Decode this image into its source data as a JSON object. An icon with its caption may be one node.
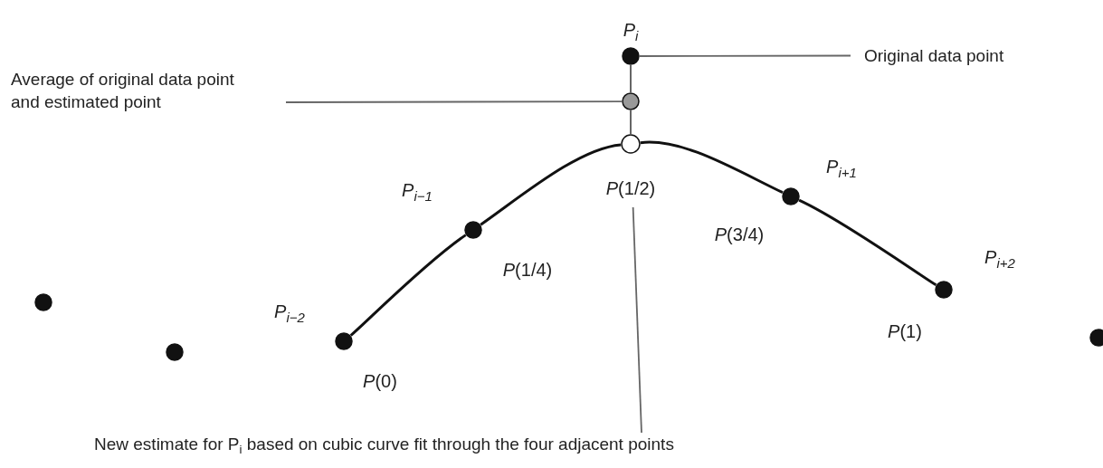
{
  "diagram": {
    "nodes": [
      {
        "text": [],
        "shape": "circle"
      },
      {
        "text": [],
        "shape": "circle"
      },
      {
        "text": [],
        "shape": "circle",
        "beside": [
          "*P*$_{i−2}$",
          "*P*(0)"
        ]
      },
      {
        "text": [],
        "shape": "circle",
        "beside": [
          "*P*$_{i−1}$",
          "*P*(1/4)"
        ]
      },
      {
        "text": [],
        "shape": "circle",
        "beside": [
          "*P*(1/2)"
        ]
      },
      {
        "text": [],
        "shape": "circle"
      },
      {
        "text": [],
        "shape": "circle",
        "beside": [
          "*P*$_{i}$"
        ]
      },
      {
        "text": [],
        "shape": "circle",
        "beside": [
          "*P*$_{i+1}$",
          "*P*(3/4)"
        ]
      },
      {
        "text": [],
        "shape": "circle",
        "beside": [
          "*P*$_{i+2}$",
          "*P*(1)"
        ]
      },
      {
        "text": [],
        "shape": "circle"
      },
      {
        "text": [
          "Average of original data point and estimated point"
        ]
      },
      {
        "text": [
          "Original data point"
        ]
      },
      {
        "text": [
          "New estimate for P$_{i}$ based on cubic curve fit through the four adjacent points"
        ]
      }
    ],
    "edges": [
      {
        "from": 2,
        "to": 3,
        "arrow": "none"
      },
      {
        "from": 3,
        "to": 4,
        "arrow": "none"
      },
      {
        "from": 4,
        "to": 7,
        "arrow": "none"
      },
      {
        "from": 7,
        "to": 8,
        "arrow": "none"
      },
      {
        "from": 6,
        "to": 5,
        "arrow": "none",
        "color": "#555555"
      },
      {
        "from": 5,
        "to": 4,
        "arrow": "none",
        "color": "#555555"
      },
      {
        "from": 10,
        "to": 5,
        "arrow": "none",
        "color": "#666666"
      },
      {
        "from": 11,
        "to": 6,
        "arrow": "none",
        "color": "#666666"
      },
      {
        "from": 12,
        "to": 4,
        "arrow": "none",
        "color": "#666666"
      }
    ]
  }
}
